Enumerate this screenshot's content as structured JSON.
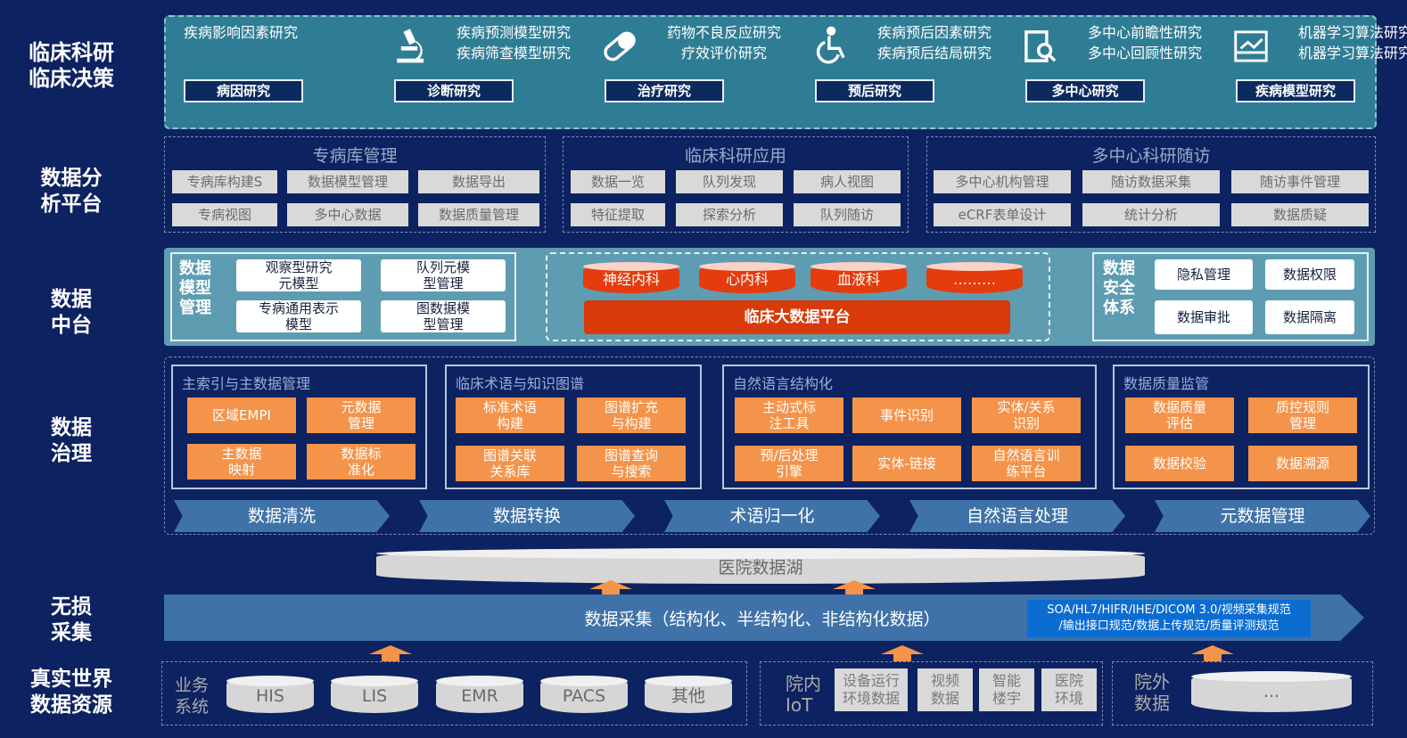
{
  "row_labels": {
    "r1": "临床科研\n临床决策",
    "r2": "数据分\n析平台",
    "r3": "数据\n中台",
    "r4": "数据\n治理",
    "r6": "无损\n采集",
    "r7": "真实世界\n数据资源"
  },
  "research": [
    {
      "text": "疾病影响因素研究",
      "button": "病因研究",
      "icon": "none"
    },
    {
      "text": "疾病预测模型研究\n疾病筛查模型研究",
      "button": "诊断研究",
      "icon": "microscope-icon"
    },
    {
      "text": "药物不良反应研究\n疗效评价研究",
      "button": "治疗研究",
      "icon": "pill-icon"
    },
    {
      "text": "疾病预后因素研究\n疾病预后结局研究",
      "button": "预后研究",
      "icon": "wheelchair-icon"
    },
    {
      "text": "多中心前瞻性研究\n多中心回顾性研究",
      "button": "多中心研究",
      "icon": "document-search-icon"
    },
    {
      "text": "机器学习算法研究\n机器学习算法研究",
      "button": "疾病模型研究",
      "icon": "ai-chart-icon"
    }
  ],
  "analysis": [
    {
      "title": "专病库管理",
      "items": [
        "专病库构建S",
        "数据模型管理",
        "数据导出",
        "专病视图",
        "多中心数据",
        "数据质量管理"
      ]
    },
    {
      "title": "临床科研应用",
      "items": [
        "数据一览",
        "队列发现",
        "病人视图",
        "特征提取",
        "探索分析",
        "队列随访"
      ]
    },
    {
      "title": "多中心科研随访",
      "items": [
        "多中心机构管理",
        "随访数据采集",
        "随访事件管理",
        "eCRF表单设计",
        "统计分析",
        "数据质疑"
      ]
    }
  ],
  "platform": {
    "model_title": "数据\n模型\n管理",
    "models": [
      "观察型研究\n元模型",
      "队列元模\n型管理",
      "专病通用表示\n模型",
      "图数据模\n型管理"
    ],
    "depts": [
      "神经内科",
      "心内科",
      "血液科",
      "………"
    ],
    "bigdata": "临床大数据平台",
    "security_title": "数据\n安全\n体系",
    "security": [
      "隐私管理",
      "数据权限",
      "数据审批",
      "数据隔离"
    ]
  },
  "governance": [
    {
      "title": "主索引与主数据管理",
      "items": [
        "区域EMPI",
        "元数据\n管理",
        "主数据\n映射",
        "数据标\n准化"
      ]
    },
    {
      "title": "临床术语与知识图谱",
      "items": [
        "标准术语\n构建",
        "图谱扩充\n与构建",
        "图谱关联\n关系库",
        "图谱查询\n与搜索"
      ]
    },
    {
      "title": "自然语言结构化",
      "items": [
        "主动式标\n注工具",
        "事件识别",
        "实体/关系\n识别",
        "预/后处理\n引擎",
        "实体-链接",
        "自然语言训\n练平台"
      ]
    },
    {
      "title": "数据质量监管",
      "items": [
        "数据质量\n评估",
        "质控规则\n管理",
        "数据校验",
        "数据溯源"
      ]
    }
  ],
  "pipeline": [
    "数据清洗",
    "数据转换",
    "术语归一化",
    "自然语言处理",
    "元数据管理"
  ],
  "datalake": "医院数据湖",
  "collection": {
    "text": "数据采集（结构化、半结构化、非结构化数据）",
    "standards": "SOA/HL7/HIFR/IHE/DICOM 3.0/视频采集规范\n/输出接口规范/数据上传规范/质量评测规范"
  },
  "sources": {
    "business_label": "业务\n系统",
    "business": [
      "HIS",
      "LIS",
      "EMR",
      "PACS",
      "其他"
    ],
    "iot_label": "院内\nIoT",
    "iot": [
      "设备运行\n环境数据",
      "视频\n数据",
      "智能\n楼宇",
      "医院\n环境"
    ],
    "external_label": "院外\n数据",
    "external": [
      "..."
    ]
  },
  "colors": {
    "background": "#0d2260",
    "teal": "#2f7d95",
    "orange": "#f4934a",
    "red": "#e43c0d",
    "arrow_blue": "#3f72a8"
  }
}
